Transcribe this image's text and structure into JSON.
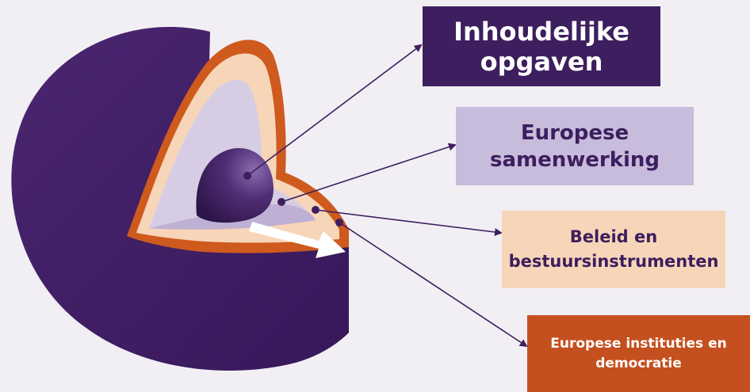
{
  "labels": {
    "inhoudelijke_opgaven": {
      "line1": "Inhoudelijke",
      "line2": "opgaven"
    },
    "europese_samenwerking": {
      "line1": "Europese",
      "line2": "samenwerking"
    },
    "beleid": {
      "line1": "Beleid en",
      "line2": "bestuursinstrumenten"
    },
    "instituties": {
      "line1": "Europese instituties en",
      "line2": "democratie"
    }
  },
  "colors": {
    "background": "#f1eff4",
    "outer_layer": "#3d1e5e",
    "orange_layer": "#cf5a1e",
    "peach_layer": "#f7d5b8",
    "lavender_layer": "#d6cde5",
    "core": "#3d1e5e",
    "arrow": "#ffffff"
  }
}
